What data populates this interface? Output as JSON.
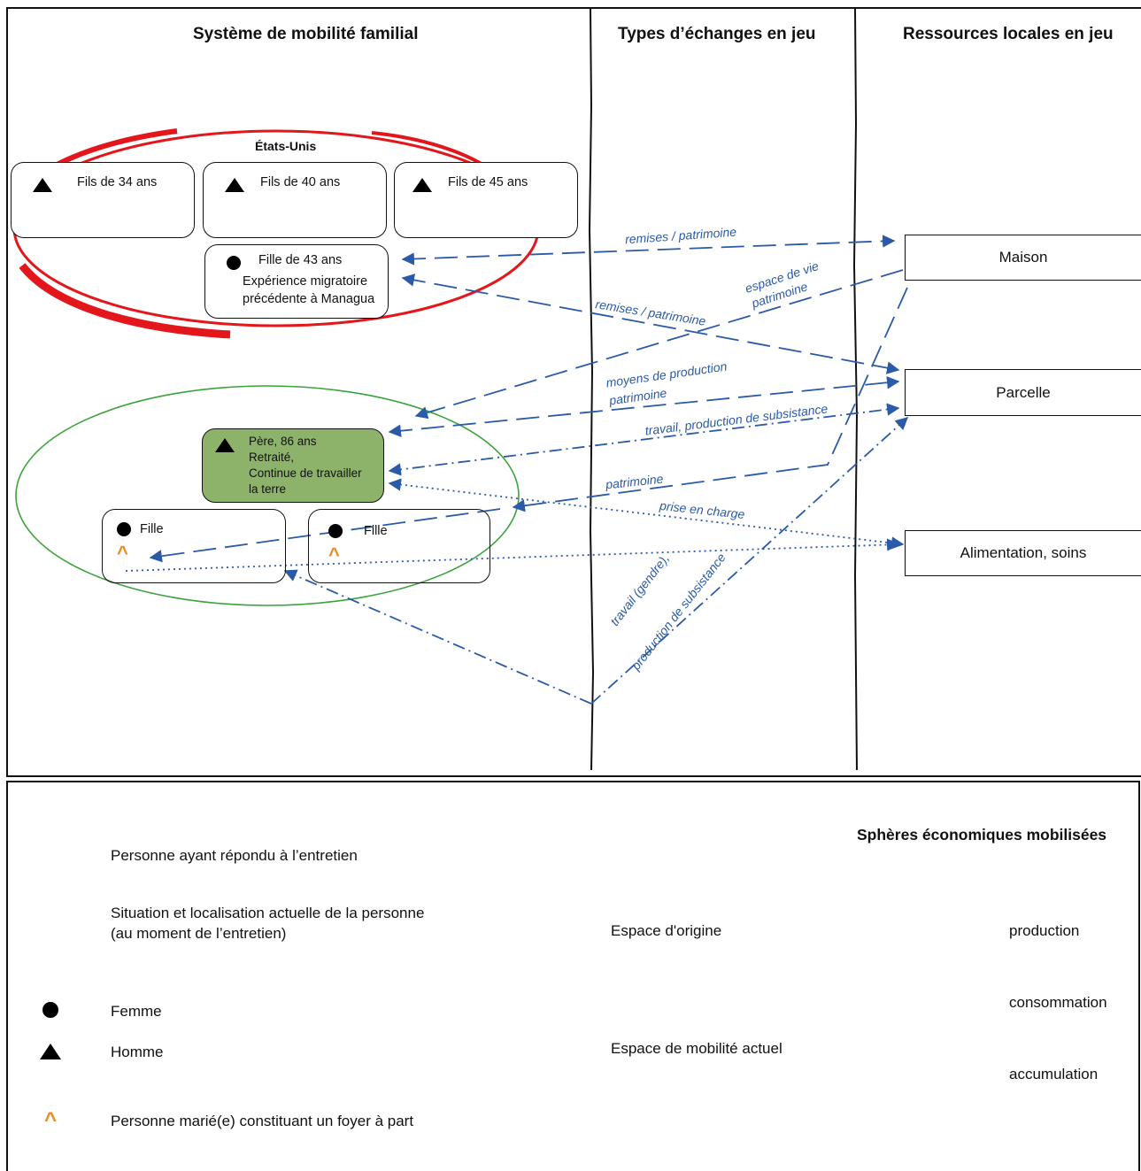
{
  "headers": {
    "family": "Système de mobilité familial",
    "exchanges": "Types d’échanges en jeu",
    "resources": "Ressources locales en jeu"
  },
  "usa_label": "États-Unis",
  "persons": {
    "son34": "Fils de 34 ans",
    "son40": "Fils  de 40 ans",
    "son45": "Fils  de 45 ans",
    "daughter43": [
      "Fille de 43 ans",
      "Expérience migratoire",
      "précédente à Managua"
    ],
    "father": [
      "Père, 86 ans",
      "Retraité,",
      "Continue de travailler",
      "la terre"
    ],
    "daughter_a": "Fille",
    "daughter_b": "Fille"
  },
  "resources": {
    "house": "Maison",
    "plot": "Parcelle",
    "food": "Alimentation, soins"
  },
  "flow_labels": {
    "remit1": "remises / patrimoine",
    "remit2": "remises / patrimoine",
    "living": [
      "espace de vie",
      "patrimoine"
    ],
    "means": [
      "moyens de production",
      "patrimoine"
    ],
    "labour": "travail, production de subsistance",
    "heritage": "patrimoine",
    "care": "prise en charge",
    "gender": [
      "travail (gendre),",
      "production de subsistance"
    ]
  },
  "legend": {
    "respondent": "Personne ayant répondu à l’entretien",
    "situation": [
      "Situation et localisation actuelle de la personne",
      "(au moment de l’entretien)"
    ],
    "woman": "Femme",
    "man": "Homme",
    "married": "Personne marié(e) constituant un foyer à part",
    "origin": "Espace d'origine",
    "mobility": "Espace de mobilité actuel",
    "spheres_title": "Sphères économiques mobilisées",
    "production": "production",
    "consumption": "consommation",
    "accumulation": "accumulation"
  },
  "colors": {
    "flow": "#2a5aa8",
    "origin_space": "#3aa33a",
    "mobility_space": "#e3171b",
    "respondent_fill": "#8db36b",
    "married_mark": "#f08a1c"
  },
  "icons": {
    "woman": "black-circle",
    "man": "black-triangle",
    "married": "orange-caret"
  }
}
